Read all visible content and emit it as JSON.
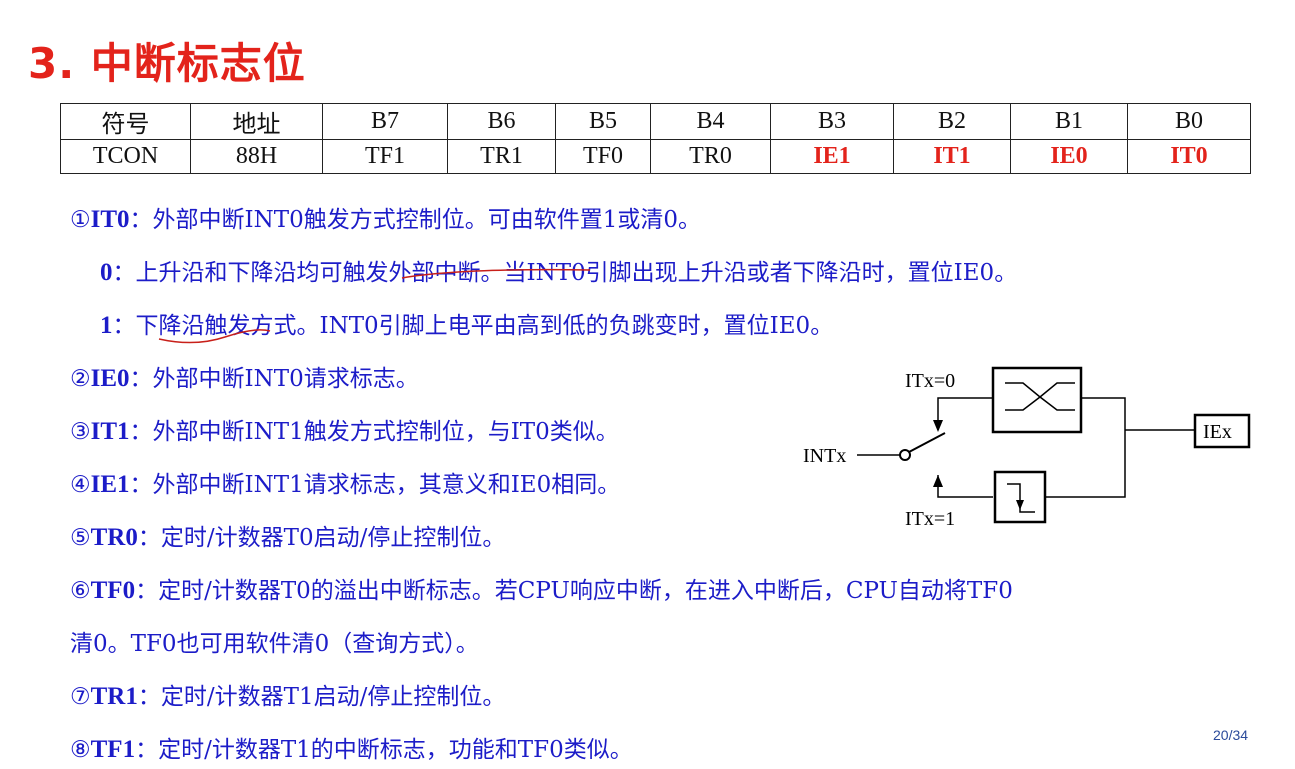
{
  "title": "3. 中断标志位",
  "table": {
    "header": [
      "符号",
      "地址",
      "B7",
      "B6",
      "B5",
      "B4",
      "B3",
      "B2",
      "B1",
      "B0"
    ],
    "row": [
      "TCON",
      "88H",
      "TF1",
      "TR1",
      "TF0",
      "TR0",
      "IE1",
      "IT1",
      "IE0",
      "IT0"
    ]
  },
  "lines": [
    {
      "num": "①",
      "term": "IT0",
      "rest": "：外部中断INT0触发方式控制位。可由软件置1或清0。"
    },
    {
      "num": "",
      "term": "0",
      "rest": "：上升沿和下降沿均可触发外部中断。当INT0引脚出现上升沿或者下降沿时，置位IE0。"
    },
    {
      "num": "",
      "term": "1",
      "rest": "：下降沿触发方式。INT0引脚上电平由高到低的负跳变时，置位IE0。"
    },
    {
      "num": "②",
      "term": "IE0",
      "rest": "：外部中断INT0请求标志。"
    },
    {
      "num": "③",
      "term": "IT1",
      "rest": "：外部中断INT1触发方式控制位，与IT0类似。"
    },
    {
      "num": "④",
      "term": "IE1",
      "rest": "：外部中断INT1请求标志，其意义和IE0相同。"
    },
    {
      "num": "⑤",
      "term": "TR0",
      "rest": "：定时/计数器T0启动/停止控制位。"
    },
    {
      "num": "⑥",
      "term": "TF0",
      "rest": "：定时/计数器T0的溢出中断标志。若CPU响应中断，在进入中断后，CPU自动将TF0"
    },
    {
      "num": "",
      "term": "",
      "rest": "清0。TF0也可用软件清0（查询方式）。"
    },
    {
      "num": "⑦",
      "term": "TR1",
      "rest": "：定时/计数器T1启动/停止控制位。"
    },
    {
      "num": "⑧",
      "term": "TF1",
      "rest": "：定时/计数器T1的中断标志，功能和TF0类似。"
    }
  ],
  "diagram": {
    "itx0": "ITx=0",
    "itx1": "ITx=1",
    "intx": "INTx",
    "iex": "IEx"
  },
  "page": "20/34",
  "colors": {
    "title": "#e3231b",
    "text": "#1c1cc8"
  }
}
